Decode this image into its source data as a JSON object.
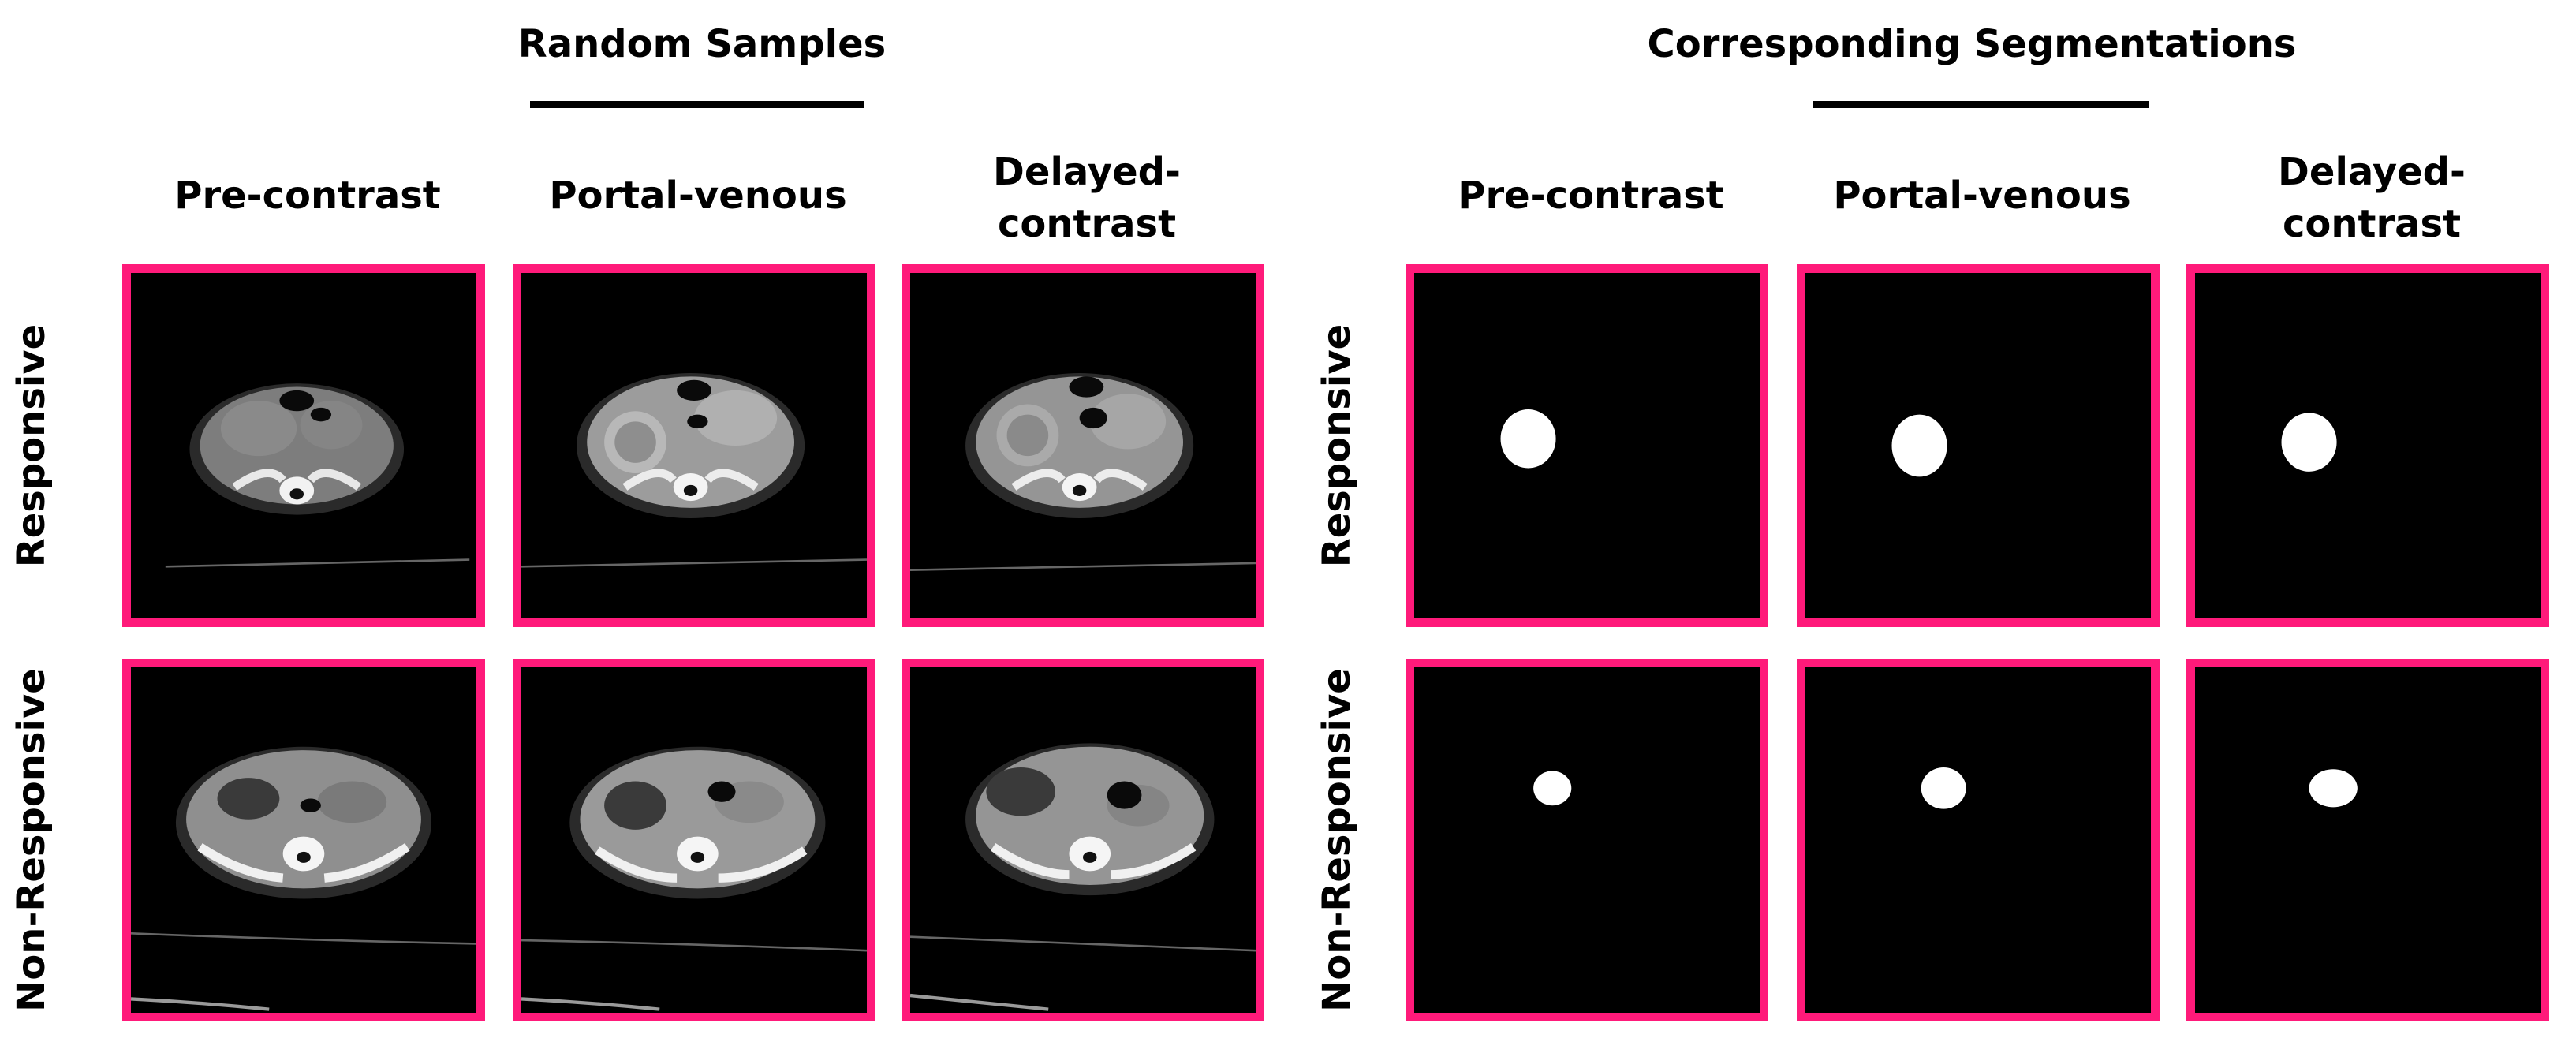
{
  "left_group": {
    "title": "Random Samples"
  },
  "right_group": {
    "title": "Corresponding Segmentations"
  },
  "columns": [
    {
      "label": "Pre-contrast"
    },
    {
      "label": "Portal-venous"
    },
    {
      "label": "Delayed-\ncontrast"
    }
  ],
  "rows": [
    {
      "label": "Responsive"
    },
    {
      "label": "Non-Responsive"
    }
  ],
  "colors": {
    "panel_border": "#ff1a7a",
    "panel_background": "#000000",
    "mask": "#ffffff"
  }
}
